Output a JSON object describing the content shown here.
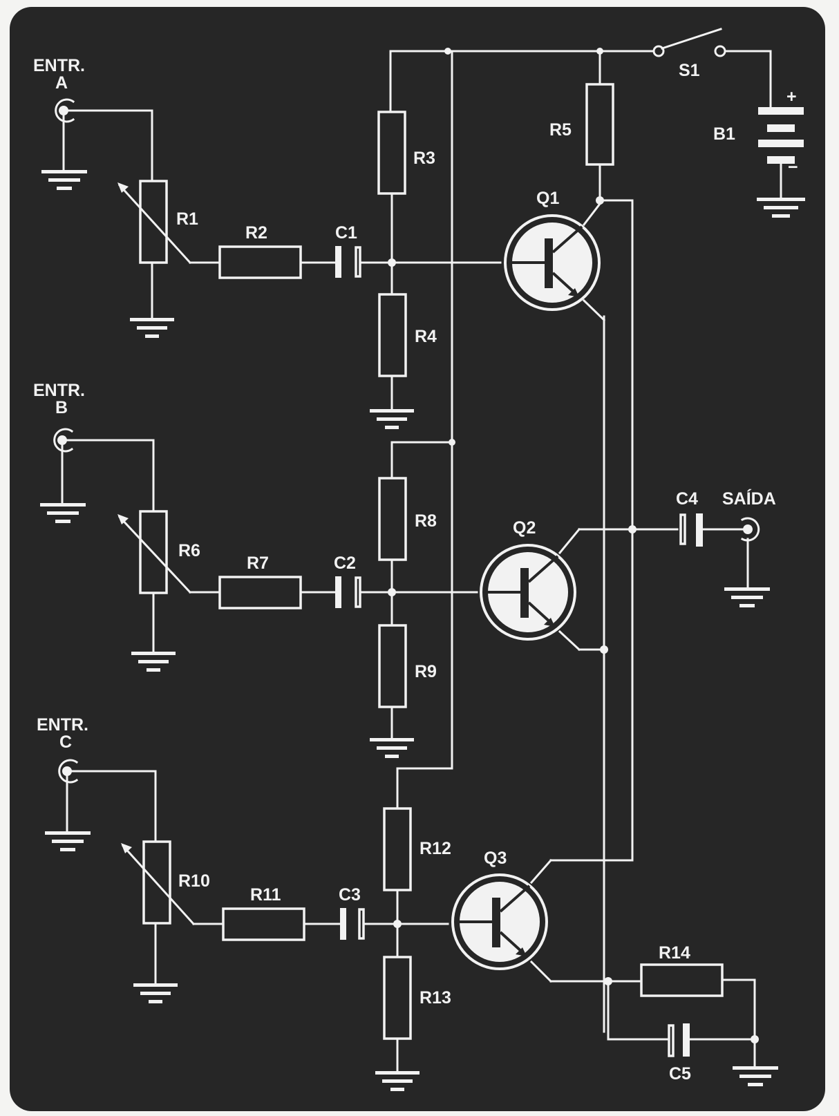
{
  "diagram": {
    "colors": {
      "background": "#262626",
      "ink": "#f2f2f2",
      "page": "#f4f4f2"
    },
    "inputs": [
      {
        "id": "A",
        "label_top": "ENTR.",
        "label_letter": "A"
      },
      {
        "id": "B",
        "label_top": "ENTR.",
        "label_letter": "B"
      },
      {
        "id": "C",
        "label_top": "ENTR.",
        "label_letter": "C"
      }
    ],
    "potentiometers": [
      "R1",
      "R6",
      "R10"
    ],
    "series_resistors": [
      "R2",
      "R7",
      "R11"
    ],
    "coupling_capacitors": [
      "C1",
      "C2",
      "C3"
    ],
    "bias_resistors_top": [
      "R3",
      "R8",
      "R12"
    ],
    "bias_resistors_bottom": [
      "R4",
      "R9",
      "R13"
    ],
    "transistors": [
      "Q1",
      "Q2",
      "Q3"
    ],
    "collector_resistor": "R5",
    "emitter_resistor": "R14",
    "bypass_capacitor": "C5",
    "output_capacitor": "C4",
    "output_label": "SAÍDA",
    "switch": "S1",
    "battery": {
      "label": "B1",
      "plus": "+",
      "minus": "−"
    }
  }
}
